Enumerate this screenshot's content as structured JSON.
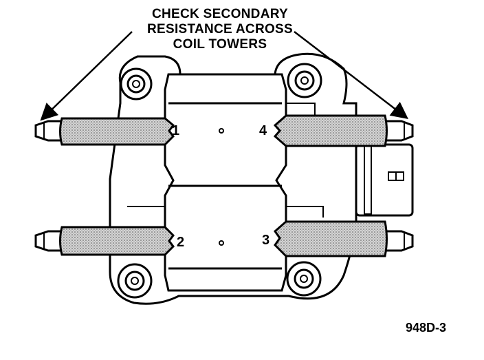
{
  "annotation": {
    "line1": "CHECK SECONDARY",
    "line2": "RESISTANCE ACROSS",
    "line3": "COIL TOWERS"
  },
  "towers": [
    {
      "label": "1"
    },
    {
      "label": "4"
    },
    {
      "label": "2"
    },
    {
      "label": "3"
    }
  ],
  "figure_id": "948D-3",
  "colors": {
    "ink": "#000000",
    "tower_fill": "#c8c8c8",
    "background": "#ffffff"
  }
}
